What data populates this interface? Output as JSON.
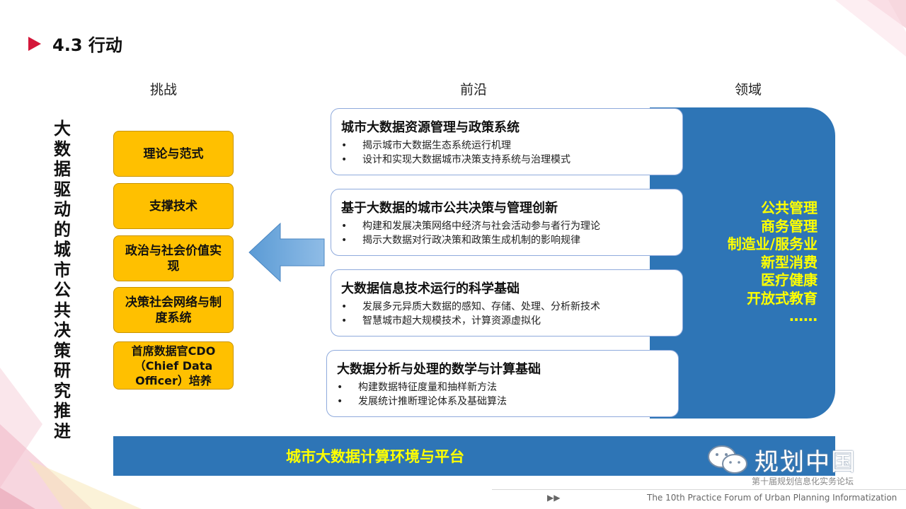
{
  "slide": {
    "title": "4.3 行动",
    "columns": {
      "challenge": "挑战",
      "frontier": "前沿",
      "domain": "领域"
    },
    "vertical_label": "大数据驱动的城市公共决策研究推进",
    "challenges": [
      "理论与范式",
      "支撑技术",
      "政治与社会价值实现",
      "决策社会网络与制度系统",
      "首席数据官CDO（Chief Data Officer）培养"
    ],
    "frontiers": [
      {
        "title": "城市大数据资源管理与政策系统",
        "bullets": [
          "揭示城市大数据生态系统运行机理",
          "设计和实现大数据城市决策支持系统与治理模式"
        ]
      },
      {
        "title": "基于大数据的城市公共决策与管理创新",
        "bullets": [
          "构建和发展决策网络中经济与社会活动参与者行为理论",
          "揭示大数据对行政决策和政策生成机制的影响规律"
        ]
      },
      {
        "title": "大数据信息技术运行的科学基础",
        "bullets": [
          "发展多元异质大数据的感知、存储、处理、分析新技术",
          "智慧城市超大规模技术，计算资源虚拟化"
        ]
      },
      {
        "title": "大数据分析与处理的数学与计算基础",
        "bullets": [
          "构建数据特征度量和抽样新方法",
          "发展统计推断理论体系及基础算法"
        ]
      }
    ],
    "bullet_glyph": "•",
    "domains": [
      "公共管理",
      "商务管理",
      "制造业/服务业",
      "新型消费",
      "医疗健康",
      "开放式教育",
      "……"
    ],
    "platform": "城市大数据计算环境与平台"
  },
  "watermark": {
    "name": "规划中国",
    "subtitle": "第十届规划信息化实务论坛"
  },
  "footer": {
    "play": "▶▶",
    "text": "The 10th Practice Forum of  Urban Planning Informatization"
  },
  "colors": {
    "accent_red": "#d4173a",
    "challenge_fill": "#ffc000",
    "panel_blue": "#2e75b6",
    "domain_text": "#ffff00",
    "arrow_blue": "#5b9bd5"
  }
}
